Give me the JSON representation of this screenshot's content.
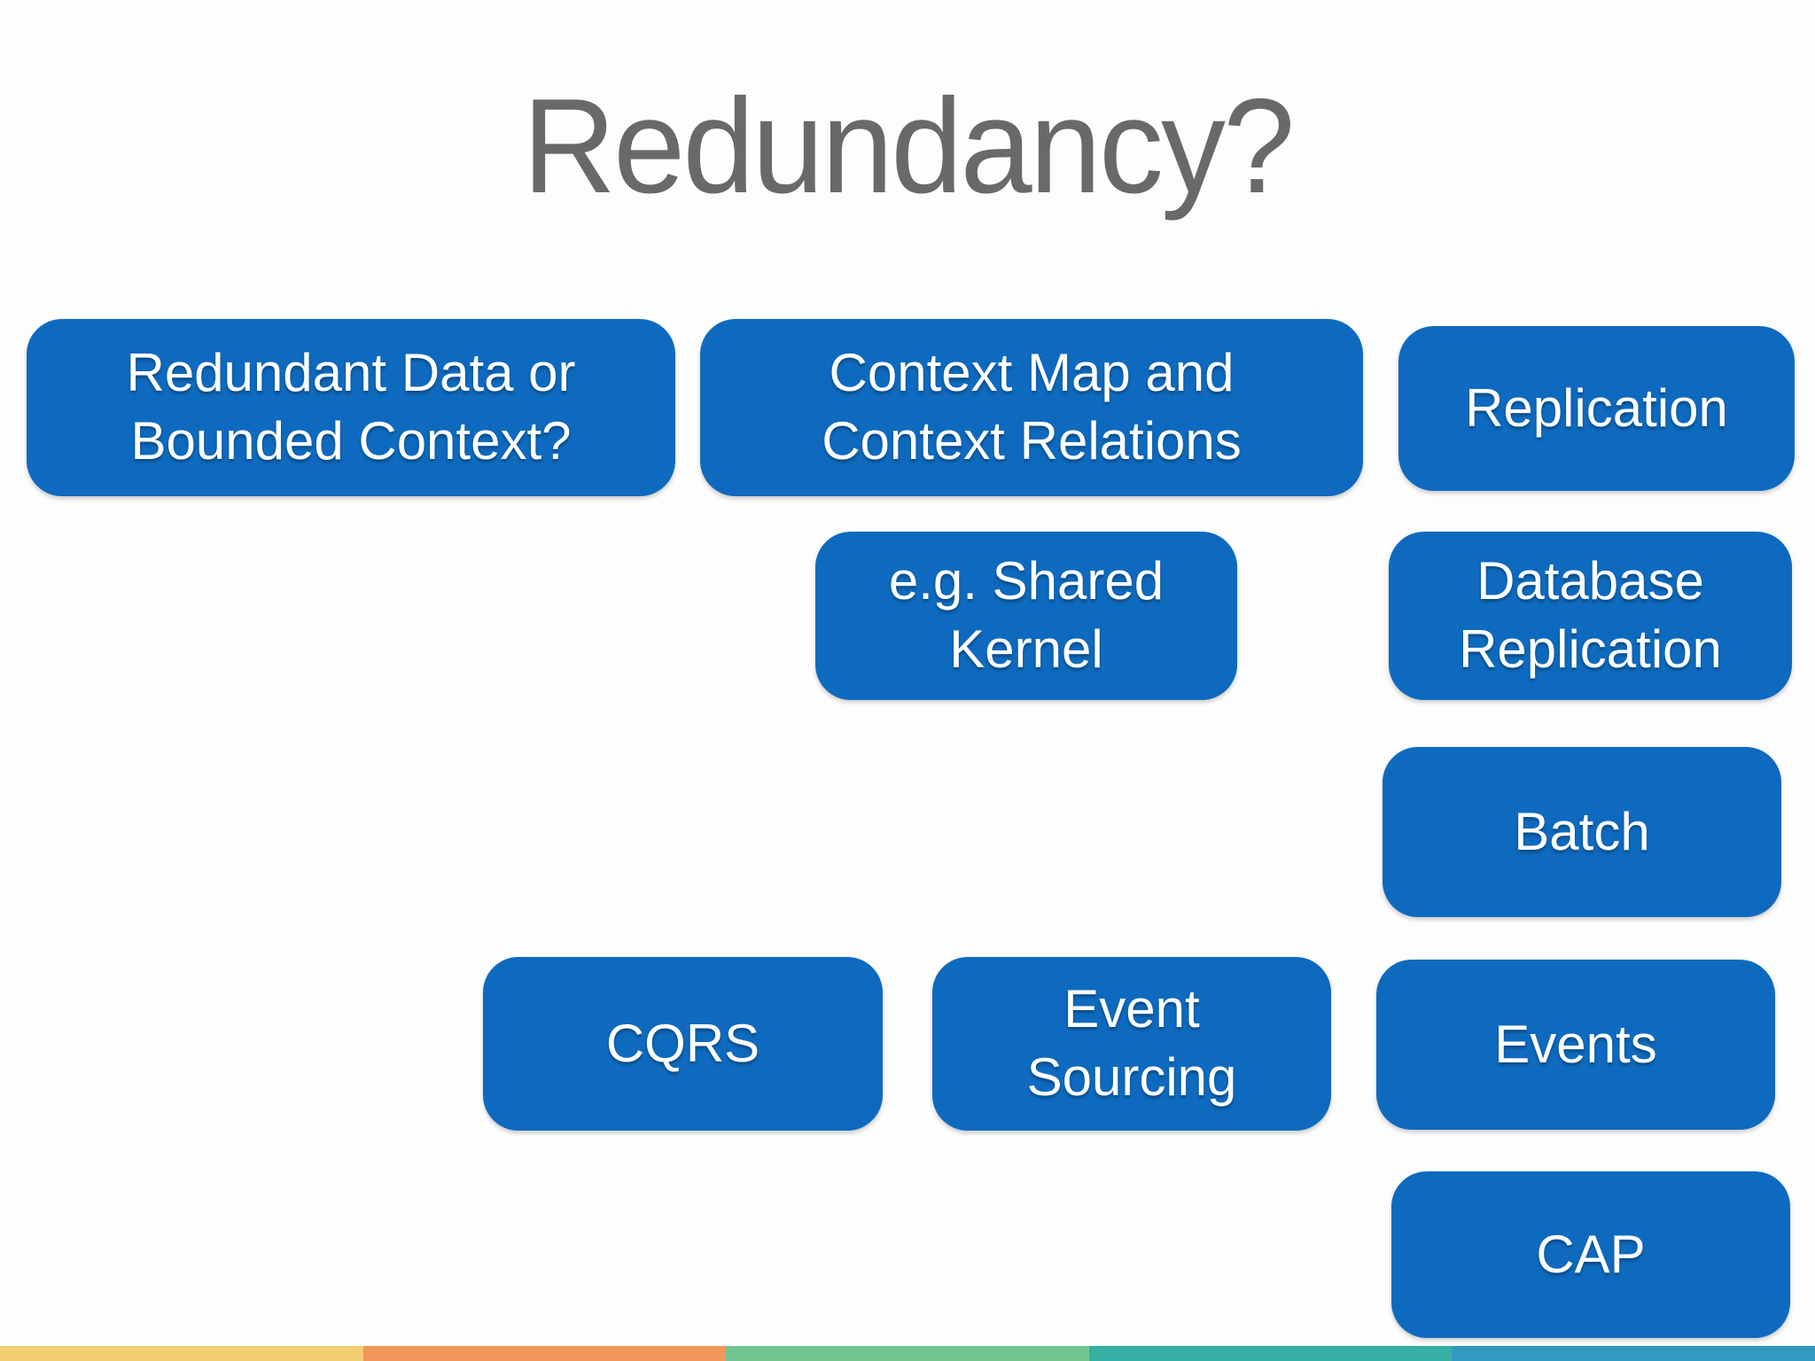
{
  "slide": {
    "title": "Redundancy?",
    "title_color": "#696969",
    "background": "#fdfdfd"
  },
  "box_style": {
    "fill": "#0e6abe",
    "text_color": "#ffffff"
  },
  "boxes": [
    {
      "id": "redundant-data-or-bounded-context",
      "label": "Redundant Data or\nBounded Context?"
    },
    {
      "id": "context-map-and-context-relations",
      "label": "Context Map and\nContext Relations"
    },
    {
      "id": "replication",
      "label": "Replication"
    },
    {
      "id": "shared-kernel",
      "label": "e.g. Shared\nKernel"
    },
    {
      "id": "database-replication",
      "label": "Database\nReplication"
    },
    {
      "id": "batch",
      "label": "Batch"
    },
    {
      "id": "cqrs",
      "label": "CQRS"
    },
    {
      "id": "event-sourcing",
      "label": "Event\nSourcing"
    },
    {
      "id": "events",
      "label": "Events"
    },
    {
      "id": "cap",
      "label": "CAP"
    }
  ],
  "footer_stripe": {
    "colors": [
      "#f2ce72",
      "#f0985c",
      "#72c591",
      "#35afa4",
      "#3399c2"
    ]
  }
}
